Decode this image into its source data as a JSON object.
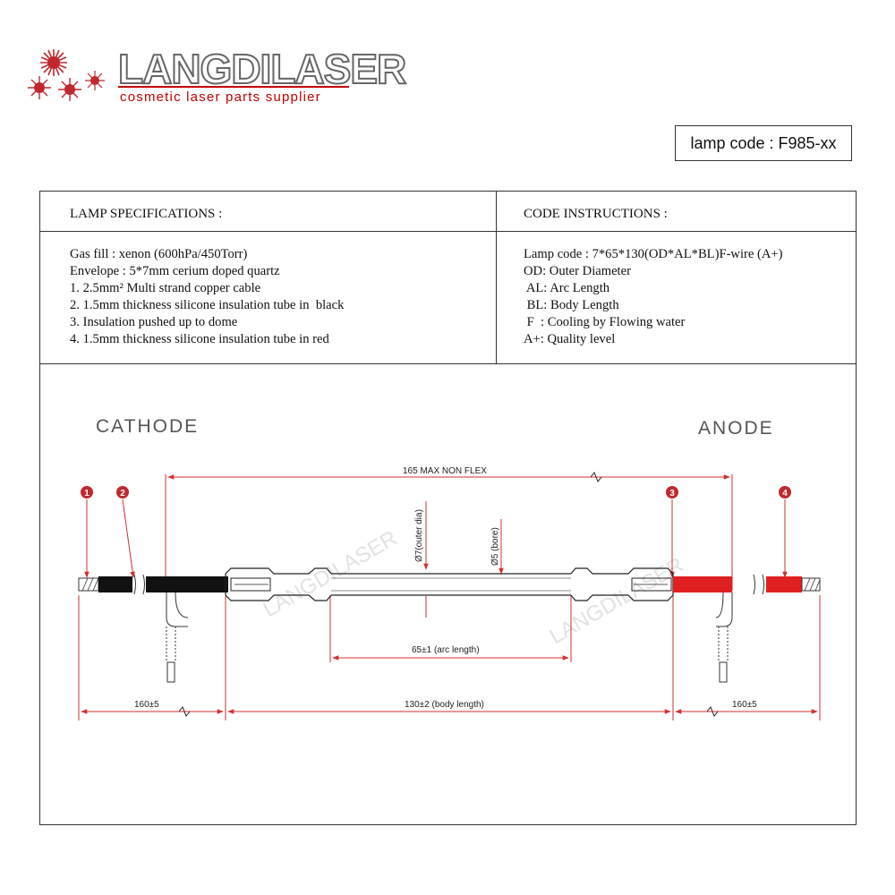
{
  "brand": {
    "name": "LANGDILASER",
    "tagline": "cosmetic laser parts supplier"
  },
  "lamp_code": "lamp code : F985-xx",
  "specs": {
    "header": "LAMP SPECIFICATIONS :",
    "lines": [
      "Gas fill : xenon (600hPa/450Torr)",
      "Envelope : 5*7mm cerium doped quartz",
      "1. 2.5mm² Multi strand copper cable",
      "2. 1.5mm thickness silicone insulation tube in  black",
      "3. Insulation pushed up to dome",
      "4. 1.5mm thickness silicone insulation tube in red"
    ]
  },
  "code_instructions": {
    "header": "CODE INSTRUCTIONS :",
    "lines": [
      "Lamp code : 7*65*130(OD*AL*BL)F-wire (A+)",
      "OD: Outer Diameter",
      " AL: Arc Length",
      " BL: Body Length",
      " F  : Cooling by Flowing water",
      "A+: Quality level"
    ]
  },
  "diagram": {
    "cathode_label": "CATHODE",
    "anode_label": "ANODE",
    "dim_overall": "165 MAX NON FLEX",
    "dim_outer_dia": "Ø7(outer dia)",
    "dim_bore": "Ø5 (bore)",
    "dim_arc": "65±1 (arc length)",
    "dim_body": "130±2 (body length)",
    "dim_left_lead": "160±5",
    "dim_right_lead": "160±5",
    "callouts": [
      "1",
      "2",
      "3",
      "4"
    ],
    "watermark": "LANGDILASER",
    "colors": {
      "callout": "#c0282d",
      "dimension": "#d32f2f",
      "black_insulation": "#111111",
      "red_insulation": "#e02020"
    }
  }
}
